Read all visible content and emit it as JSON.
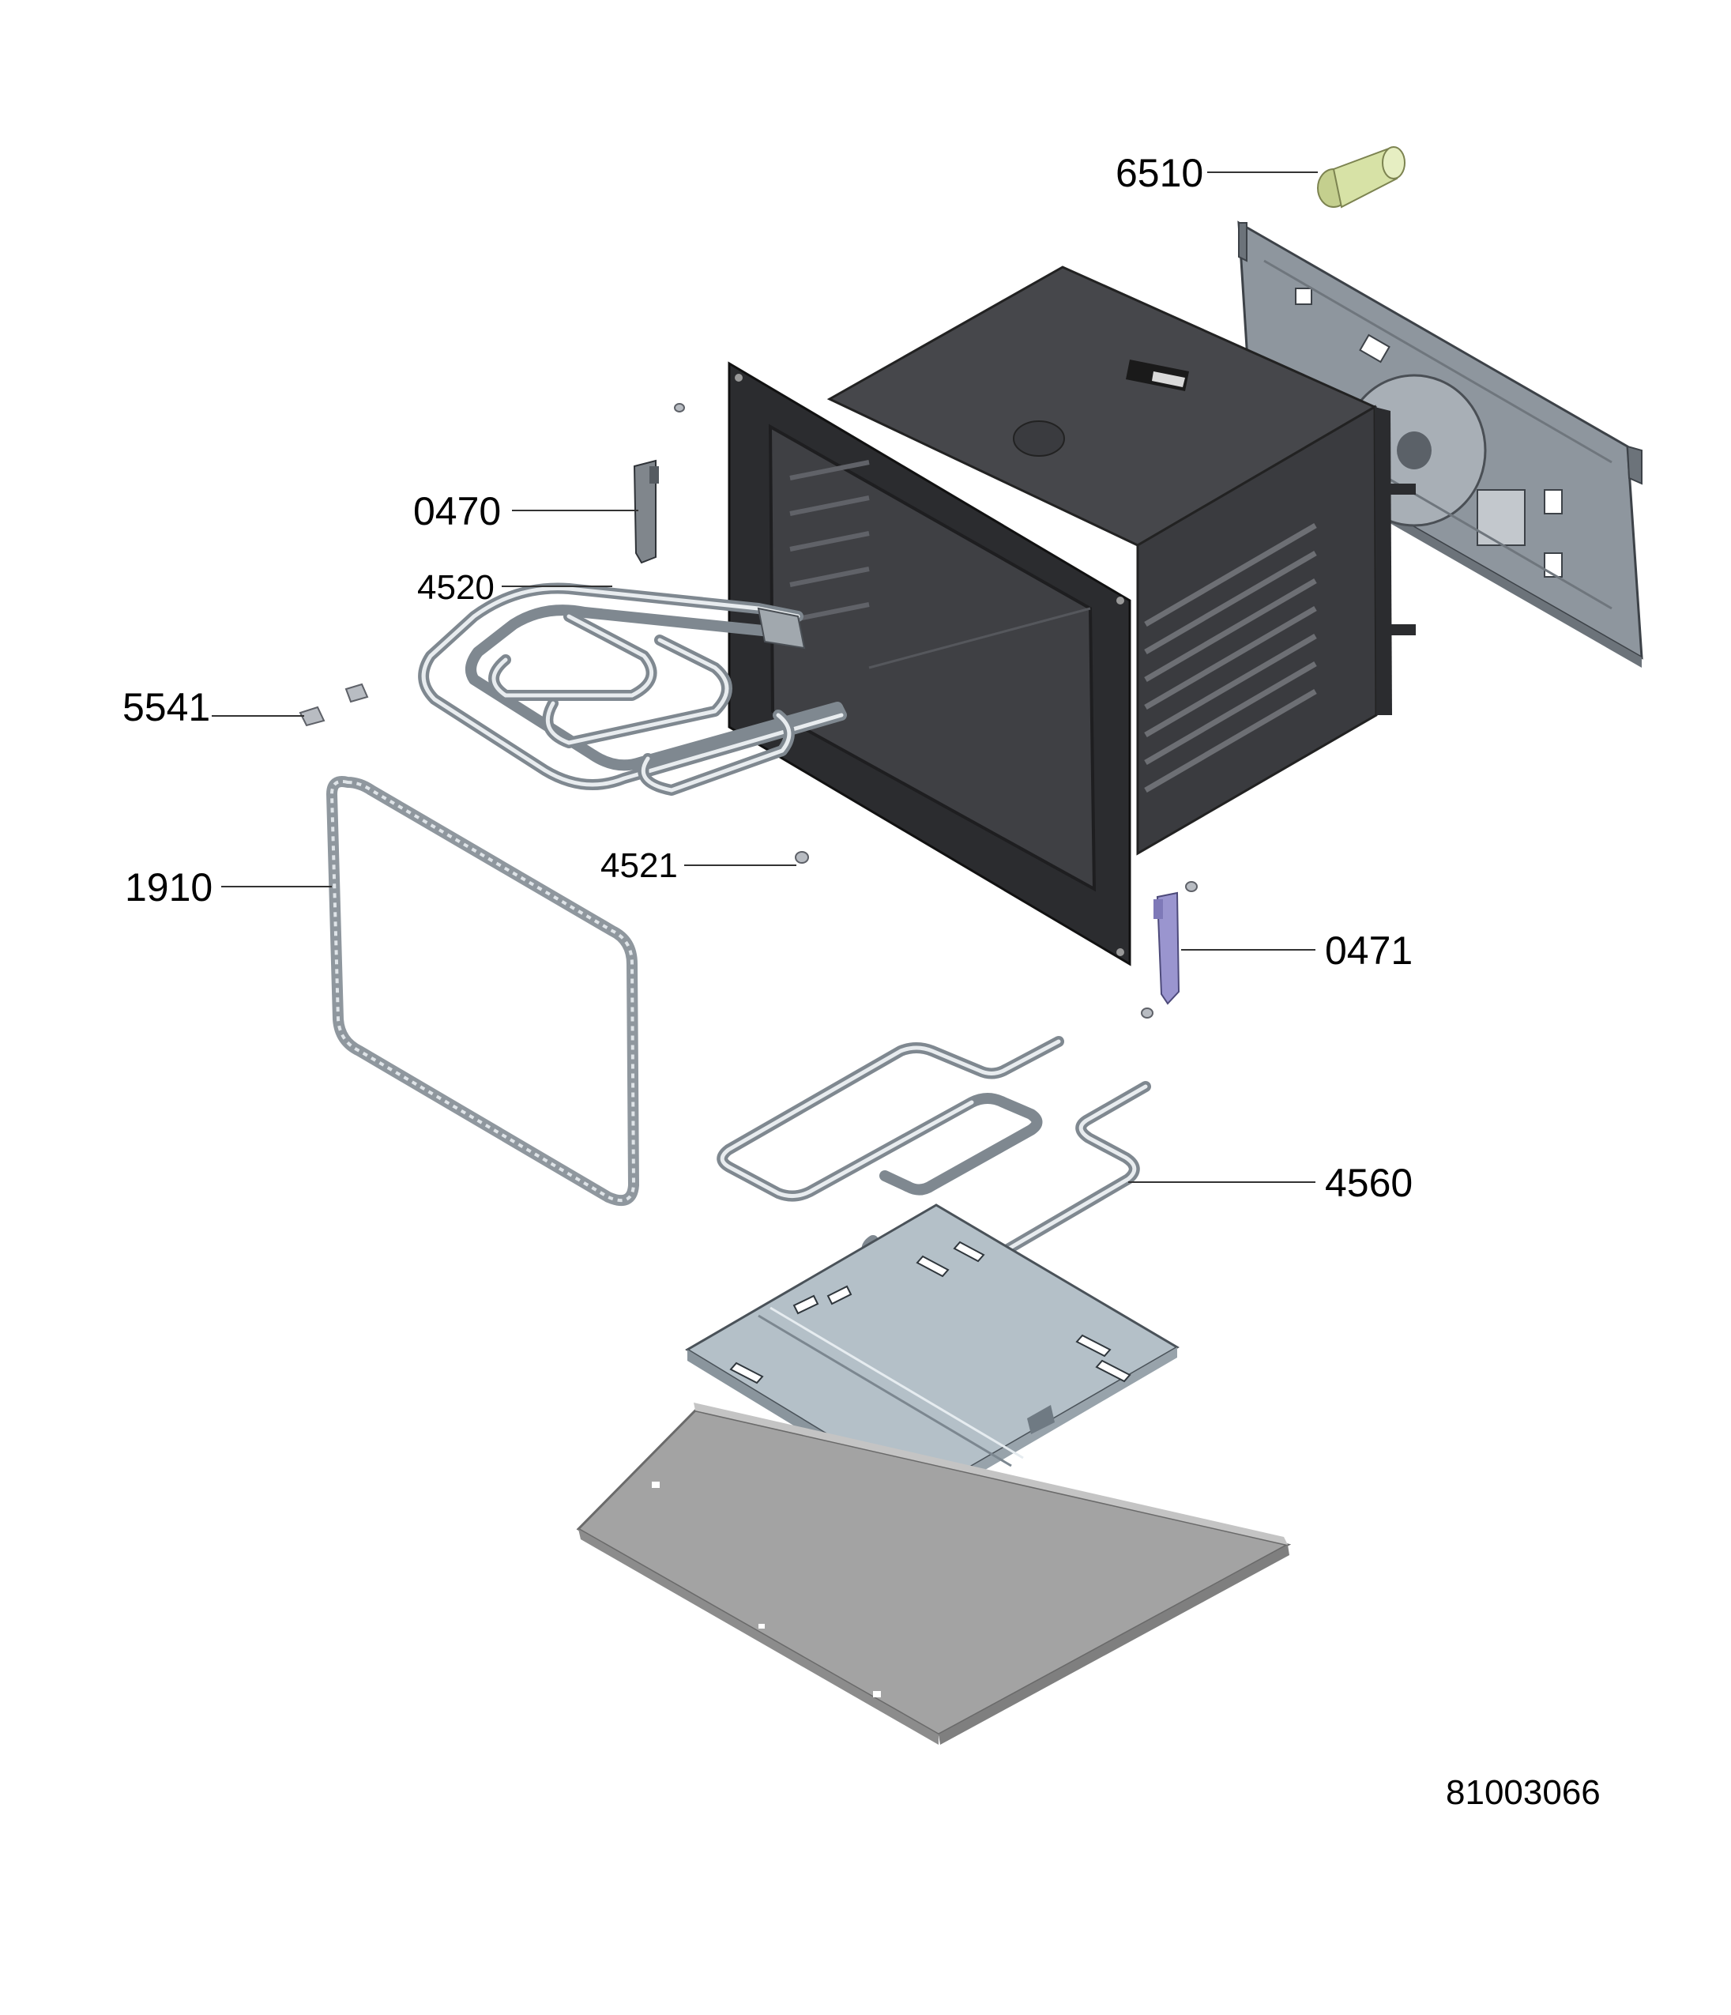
{
  "diagram": {
    "callouts": [
      {
        "id": "6510",
        "label": "6510",
        "part": "lamp"
      },
      {
        "id": "0470",
        "label": "0470",
        "part": "left-bracket"
      },
      {
        "id": "4520",
        "label": "4520",
        "part": "top-heating-element"
      },
      {
        "id": "5541",
        "label": "5541",
        "part": "clip"
      },
      {
        "id": "1910",
        "label": "1910",
        "part": "door-seal-gasket"
      },
      {
        "id": "4521",
        "label": "4521",
        "part": "screw"
      },
      {
        "id": "0471",
        "label": "0471",
        "part": "right-bracket"
      },
      {
        "id": "4560",
        "label": "4560",
        "part": "bottom-heating-element"
      }
    ],
    "document_number": "81003066",
    "colors": {
      "cavity": "#3f4044",
      "cavity_dark": "#2b2c2f",
      "back_panel": "#8e969e",
      "lamp": "#d7e2a6",
      "bracket_right": "#9a95cf",
      "element_metal": "#8b939b",
      "gasket": "#9aa1a8",
      "bottom_plate": "#b4c0c8",
      "base_tray": "#a3a3a3"
    }
  }
}
